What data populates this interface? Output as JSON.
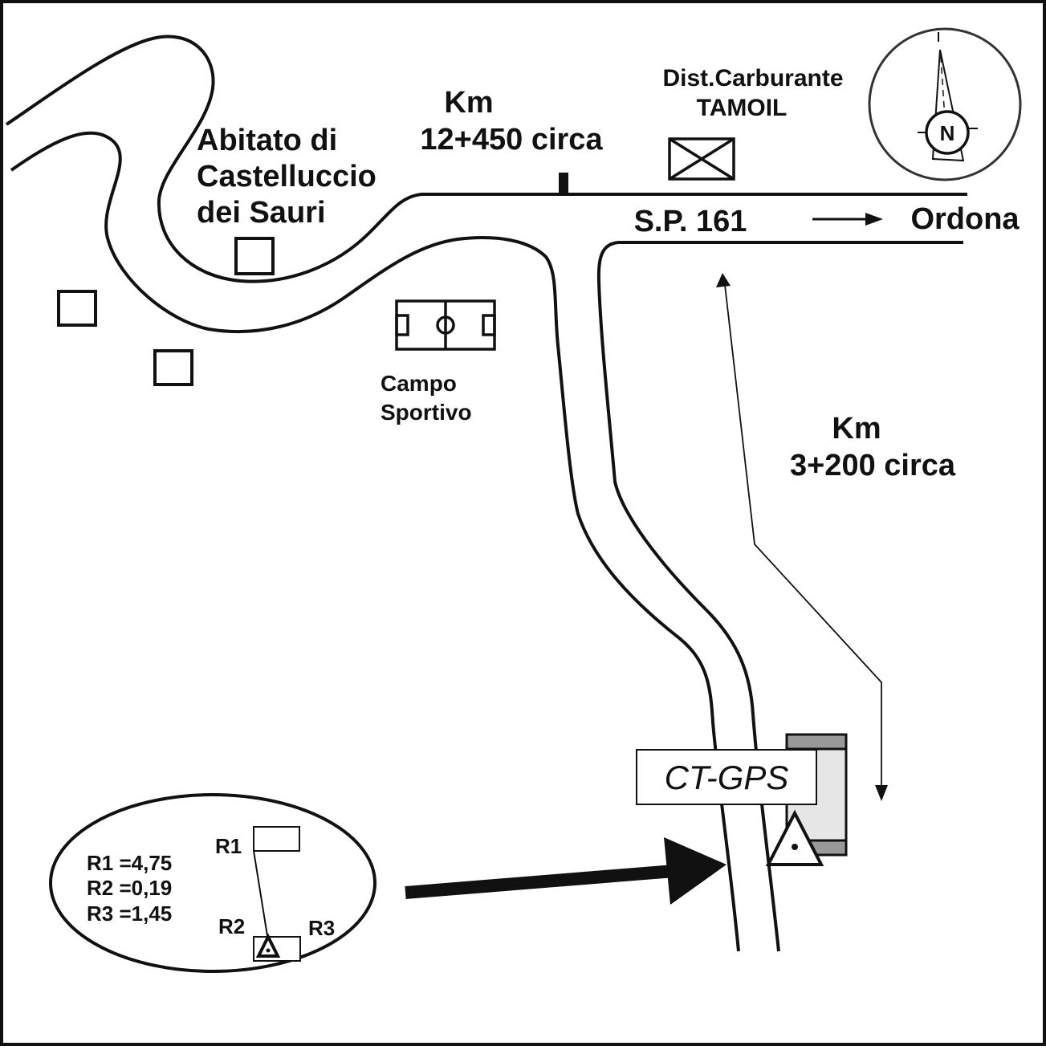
{
  "map": {
    "place_town": [
      "Abitato di",
      "Castelluccio",
      "dei Sauri"
    ],
    "km_top": [
      "Km",
      "12+450 circa"
    ],
    "fuel_station": [
      "Dist.Carburante",
      "TAMOIL"
    ],
    "road_name": "S.P. 161",
    "destination": "Ordona",
    "sports_field": [
      "Campo",
      "Sportivo"
    ],
    "km_right": [
      "Km",
      "3+200 circa"
    ],
    "station_label": "CT-GPS",
    "north_letter": "N",
    "inset": {
      "values": [
        "R1 =4,75",
        "R2 =0,19",
        "R3 =1,45"
      ],
      "r1": "R1",
      "r2": "R2",
      "r3": "R3"
    },
    "colors": {
      "ink": "#111111",
      "building_fill": "#e6e6e6",
      "building_band": "#999999"
    }
  }
}
